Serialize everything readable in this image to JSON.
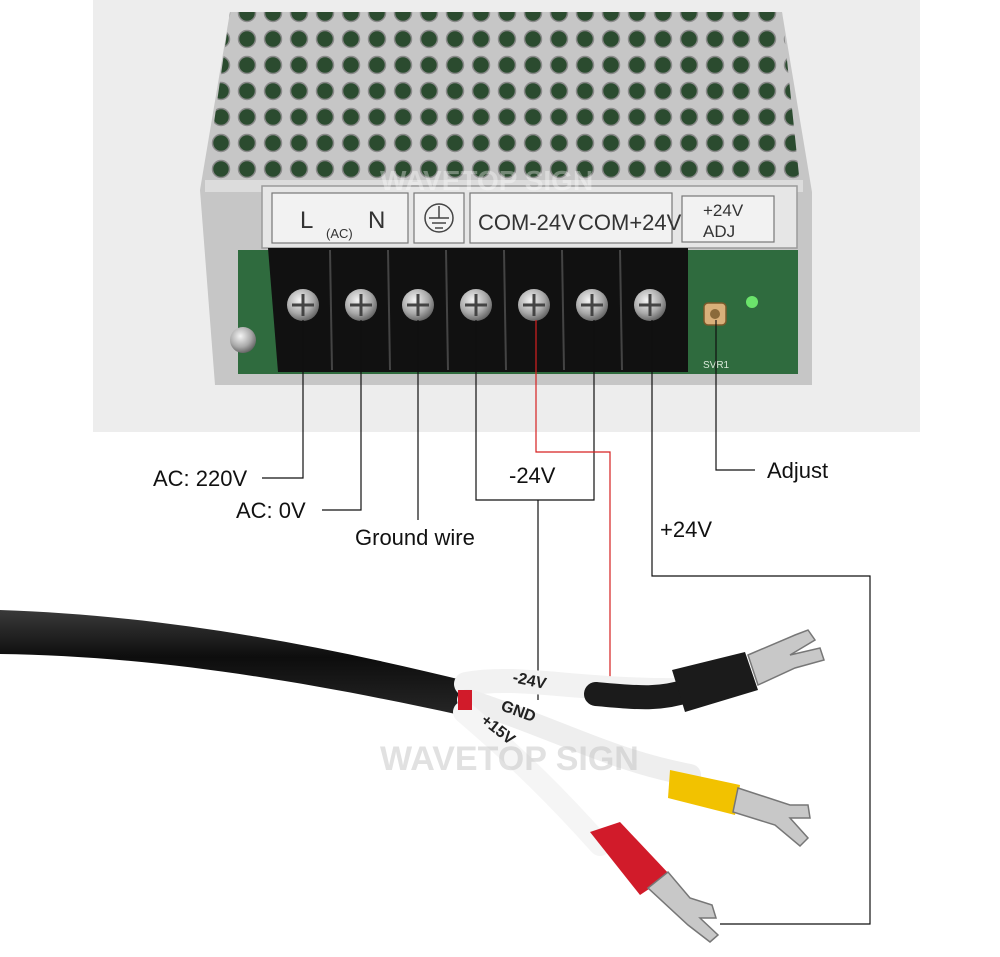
{
  "colors": {
    "photo_bg": "#ededed",
    "chassis": "#c6c6c6",
    "pcb": "#2f6b3e",
    "terminal_block": "#111111",
    "screw": "#b9b9b9",
    "led": "#6be36b",
    "cable": "#1a1a1a",
    "wire_white": "#f2f2f2",
    "lug_black": "#1b1b1b",
    "lug_yellow": "#f2c200",
    "lug_red": "#d11b2a",
    "red_trace": "#d62020",
    "leader_line": "#111111"
  },
  "device": {
    "label_L": "L",
    "label_AC": "(AC)",
    "label_N": "N",
    "ground_symbol_icon": "earth-ground-icon",
    "label_com_neg": "COM-24V",
    "label_com_pos": "COM+24V",
    "label_adj_top": "+24V",
    "label_adj_bottom": "ADJ",
    "pot_label": "SVR1"
  },
  "callouts": {
    "ac_220": "AC: 220V",
    "ac_0": "AC: 0V",
    "ground": "Ground wire",
    "neg24": "-24V",
    "adjust": "Adjust",
    "pos24": "+24V"
  },
  "wire_labels": {
    "neg": "-24V",
    "gnd": "GND",
    "pos": "+15V"
  },
  "watermark": "WAVETOP SIGN"
}
